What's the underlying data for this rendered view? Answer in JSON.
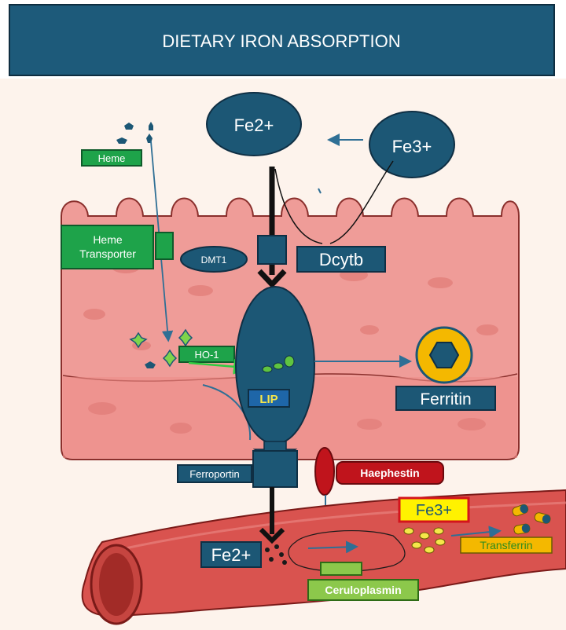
{
  "title": "DIETARY IRON ABSORPTION",
  "labels": {
    "fe2_top": "Fe2+",
    "fe3_top": "Fe3+",
    "heme": "Heme",
    "heme_transporter_line1": "Heme",
    "heme_transporter_line2": "Transporter",
    "dmt1": "DMT1",
    "dcytb": "Dcytb",
    "ho1": "HO-1",
    "lip": "LIP",
    "ferritin": "Ferritin",
    "ferroportin": "Ferroportin",
    "haephestin": "Haephestin",
    "fe3_blood": "Fe3+",
    "transferrin": "Transferrin",
    "fe2_blood": "Fe2+",
    "ceruloplasmin": "Ceruloplasmin"
  },
  "colors": {
    "navy": "#1c5775",
    "navy_border": "#0f2f44",
    "green": "#1ea34a",
    "light_green": "#8cc84b",
    "red": "#c0141c",
    "gold": "#f0b400",
    "cell": "#ef9c98",
    "cell_dark": "#e27f7b",
    "vessel": "#d9534f",
    "background": "#fdf3ec"
  },
  "icons": [
    "heme-molecule-icon",
    "ferritin-hexagon-icon",
    "transferrin-capsule-icon",
    "iron-dot-icon"
  ]
}
